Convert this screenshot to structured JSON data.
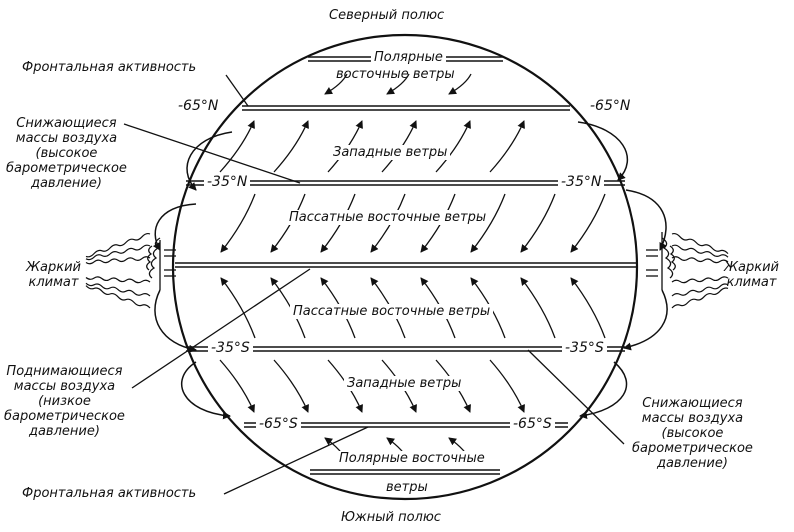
{
  "poles": {
    "north": "Северный полюс",
    "south": "Южный полюс"
  },
  "latitudes": {
    "n65": "-65°N",
    "n35": "-35°N",
    "s35": "-35°S",
    "s65": "-65°S",
    "n65_right": "-65°N",
    "n35_right": "-35°N",
    "s35_right": "-35°S",
    "s65_right": "-65°S"
  },
  "bands": {
    "polar_east_north_line1": "Полярные",
    "polar_east_north_line2": "восточные ветры",
    "westerlies_north": "Западные ветры",
    "trades_north": "Пассатные восточные ветры",
    "trades_south": "Пассатные восточные ветры",
    "westerlies_south": "Западные ветры",
    "polar_east_south_line1": "Полярные восточные",
    "polar_east_south_line2": "ветры"
  },
  "annotations": {
    "frontal_top": "Фронтальная активность",
    "frontal_bottom": "Фронтальная активность",
    "descending_left": "Снижающиеся\nмассы воздуха\n(высокое\nбарометрическое\nдавление)",
    "descending_right": "Снижающиеся\nмассы воздуха\n(высокое\nбарометрическое\nдавление)",
    "rising_left": "Поднимающиеся\nмассы воздуха\n(низкое\nбарометрическое\nдавление)",
    "hot_left": "Жаркий\nклимат",
    "hot_right": "Жаркий\nклимат"
  }
}
